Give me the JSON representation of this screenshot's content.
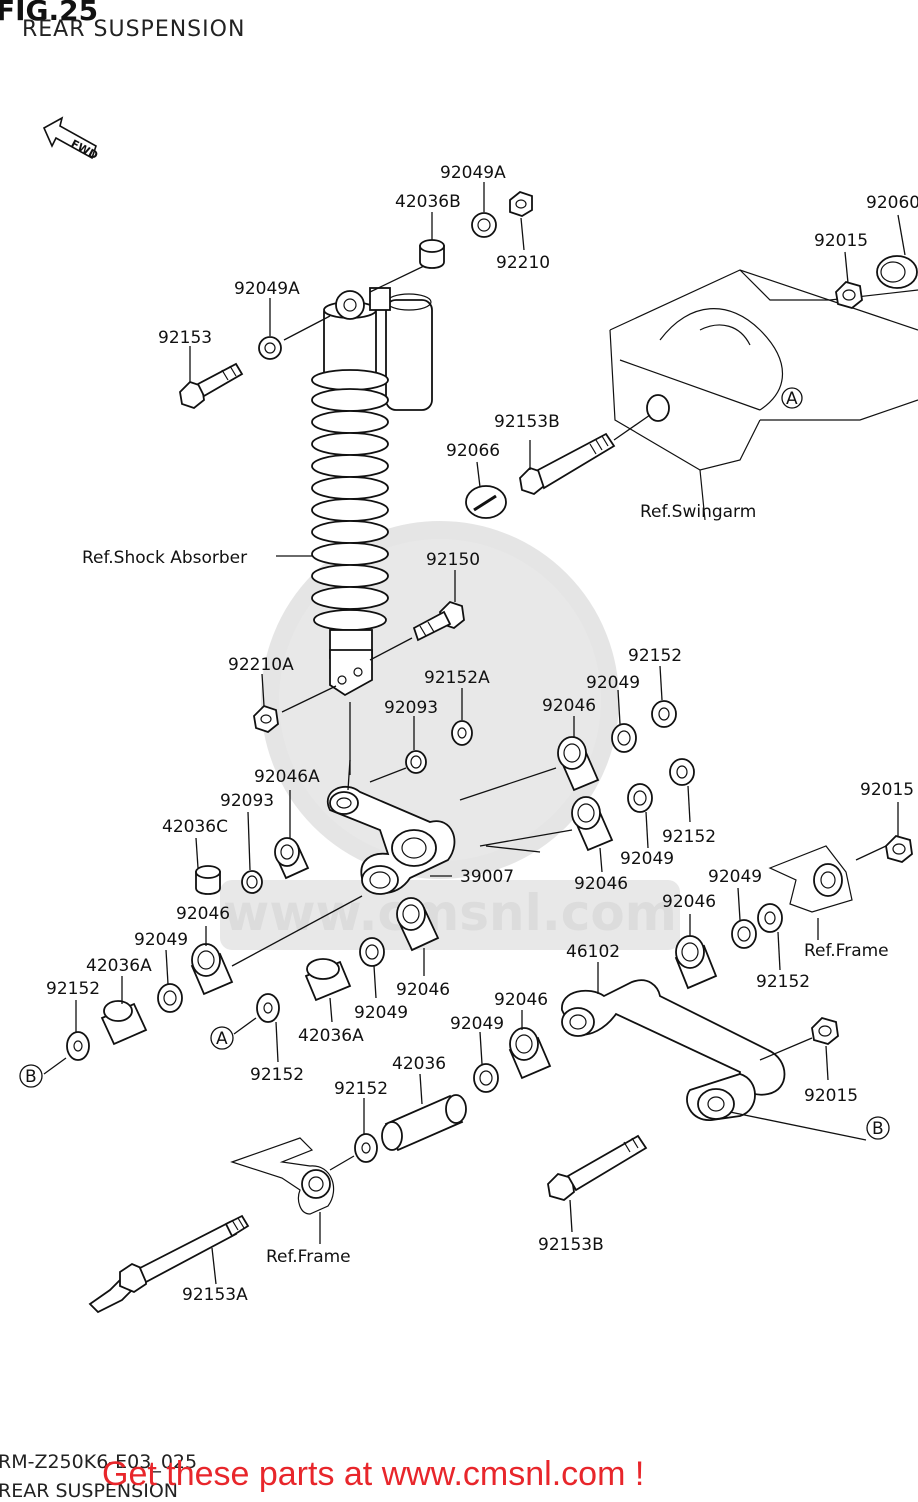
{
  "header": {
    "figure": "FIG.25",
    "subtitle": "REAR SUSPENSION"
  },
  "footer": {
    "code": "RM-Z250K6-E03_025",
    "subtitle": "REAR SUSPENSION",
    "promo": "Get these parts at www.cmsnl.com !",
    "promo_color": "#e8262b"
  },
  "watermark": {
    "text": "www.cmsnl.com"
  },
  "direction_marker": "FWD",
  "refs": {
    "swingarm": "Ref.Swingarm",
    "shock_absorber": "Ref.Shock Absorber",
    "frame_right": "Ref.Frame",
    "frame_bottom": "Ref.Frame"
  },
  "markers": {
    "a": "A",
    "b": "B"
  },
  "parts": [
    {
      "id": "p-92049A-top",
      "number": "92049A"
    },
    {
      "id": "p-42036B",
      "number": "42036B"
    },
    {
      "id": "p-92210",
      "number": "92210"
    },
    {
      "id": "p-92060",
      "number": "92060"
    },
    {
      "id": "p-92015-top",
      "number": "92015"
    },
    {
      "id": "p-92049A-left",
      "number": "92049A"
    },
    {
      "id": "p-92153",
      "number": "92153"
    },
    {
      "id": "p-92153B-top",
      "number": "92153B"
    },
    {
      "id": "p-92066",
      "number": "92066"
    },
    {
      "id": "p-92150",
      "number": "92150"
    },
    {
      "id": "p-92210A",
      "number": "92210A"
    },
    {
      "id": "p-92152A",
      "number": "92152A"
    },
    {
      "id": "p-92093-top",
      "number": "92093"
    },
    {
      "id": "p-92046-upper",
      "number": "92046"
    },
    {
      "id": "p-92049-upper",
      "number": "92049"
    },
    {
      "id": "p-92152-upper",
      "number": "92152"
    },
    {
      "id": "p-92046A",
      "number": "92046A"
    },
    {
      "id": "p-92093-left",
      "number": "92093"
    },
    {
      "id": "p-42036C",
      "number": "42036C"
    },
    {
      "id": "p-39007",
      "number": "39007"
    },
    {
      "id": "p-92152-mid",
      "number": "92152"
    },
    {
      "id": "p-92049-mid",
      "number": "92049"
    },
    {
      "id": "p-92046-mid",
      "number": "92046"
    },
    {
      "id": "p-92015-right",
      "number": "92015"
    },
    {
      "id": "p-92049-right",
      "number": "92049"
    },
    {
      "id": "p-92046-right",
      "number": "92046"
    },
    {
      "id": "p-92152-right",
      "number": "92152"
    },
    {
      "id": "p-92046-left",
      "number": "92046"
    },
    {
      "id": "p-92049-left",
      "number": "92049"
    },
    {
      "id": "p-42036A-left",
      "number": "42036A"
    },
    {
      "id": "p-92152-left",
      "number": "92152"
    },
    {
      "id": "p-92046-center",
      "number": "92046"
    },
    {
      "id": "p-92049-center",
      "number": "92049"
    },
    {
      "id": "p-42036A-center",
      "number": "42036A"
    },
    {
      "id": "p-92152-center",
      "number": "92152"
    },
    {
      "id": "p-46102",
      "number": "46102"
    },
    {
      "id": "p-92046-link",
      "number": "92046"
    },
    {
      "id": "p-92049-link",
      "number": "92049"
    },
    {
      "id": "p-42036",
      "number": "42036"
    },
    {
      "id": "p-92152-low",
      "number": "92152"
    },
    {
      "id": "p-92015-low",
      "number": "92015"
    },
    {
      "id": "p-92153B-low",
      "number": "92153B"
    },
    {
      "id": "p-92153A",
      "number": "92153A"
    }
  ]
}
